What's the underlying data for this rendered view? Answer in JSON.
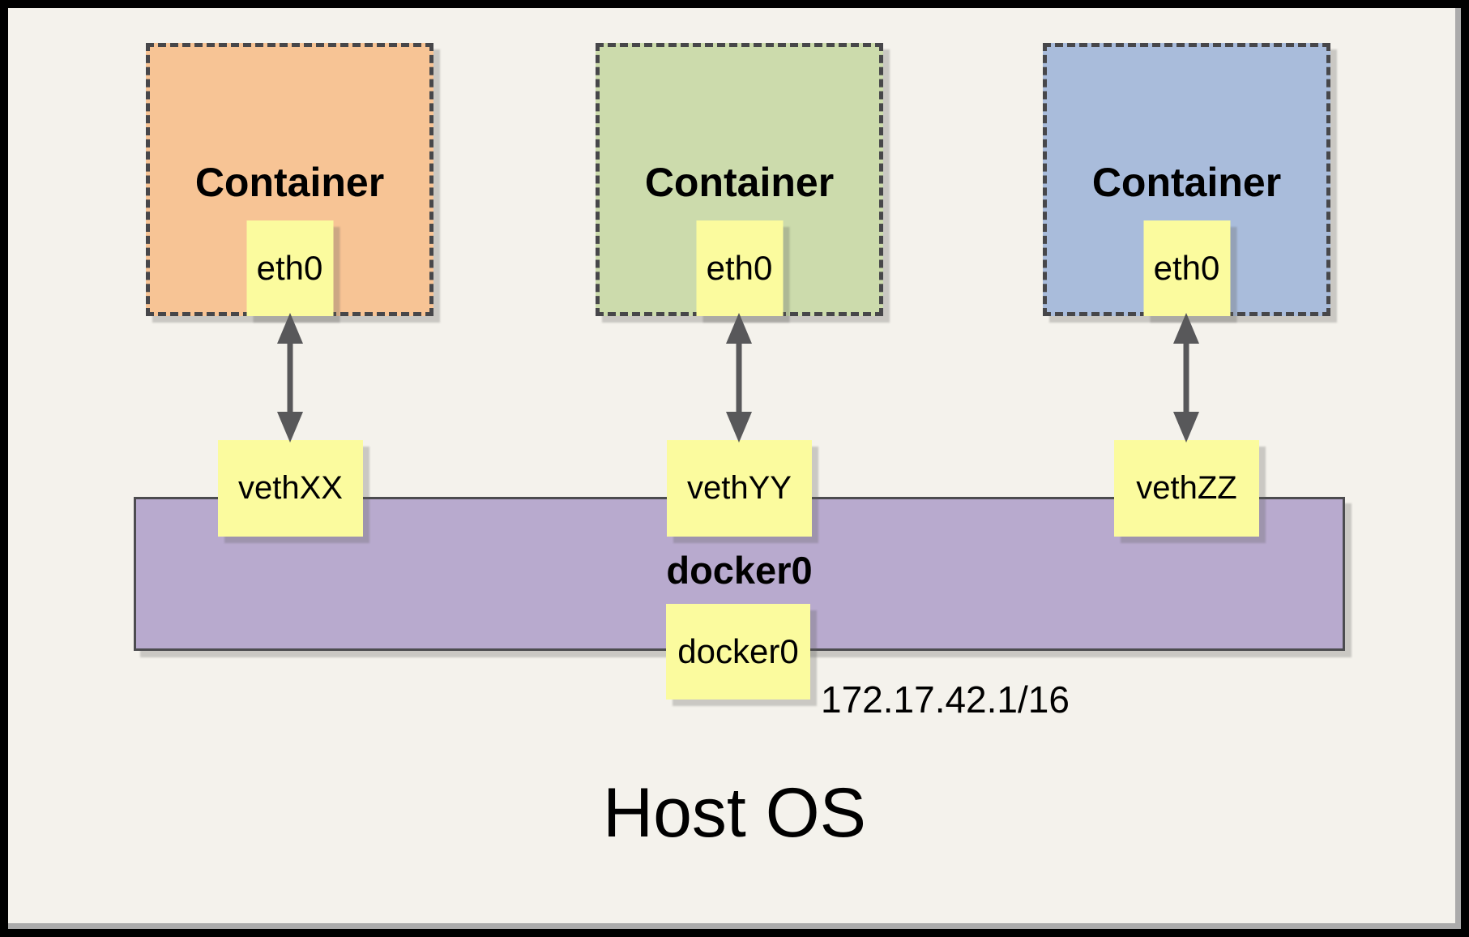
{
  "palette": {
    "background": "#F4F2EC",
    "frame_border": "#000000",
    "dashed_line": "#47474A",
    "arrow_gray": "#58585A",
    "note_yellow": "#FBFB9E",
    "bridge_purple": "#B8AACE",
    "container_orange": "#F7C495",
    "container_green": "#CCDBAC",
    "container_blue": "#A9BCDB"
  },
  "containers": [
    {
      "label": "Container",
      "interface": "eth0",
      "veth": "vethXX",
      "fill": "#F7C495"
    },
    {
      "label": "Container",
      "interface": "eth0",
      "veth": "vethYY",
      "fill": "#CCDBAC"
    },
    {
      "label": "Container",
      "interface": "eth0",
      "veth": "vethZZ",
      "fill": "#A9BCDB"
    }
  ],
  "bridge": {
    "label": "docker0",
    "interface": "docker0",
    "ip": "172.17.42.1/16"
  },
  "host": {
    "label": "Host OS"
  }
}
